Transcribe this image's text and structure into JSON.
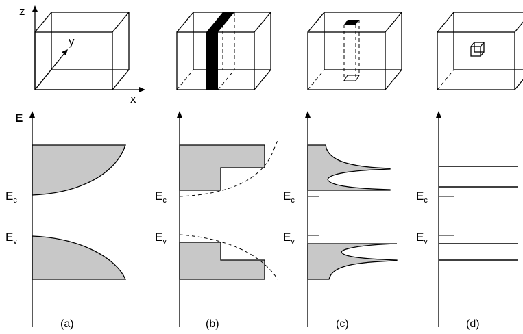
{
  "axes": {
    "z": "z",
    "y": "y",
    "x": "x",
    "energy": "E"
  },
  "levels": {
    "conduction": {
      "main": "E",
      "sub": "c"
    },
    "valence": {
      "main": "E",
      "sub": "v"
    }
  },
  "panels": [
    {
      "caption": "(a)"
    },
    {
      "caption": "(b)"
    },
    {
      "caption": "(c)"
    },
    {
      "caption": "(d)"
    }
  ]
}
